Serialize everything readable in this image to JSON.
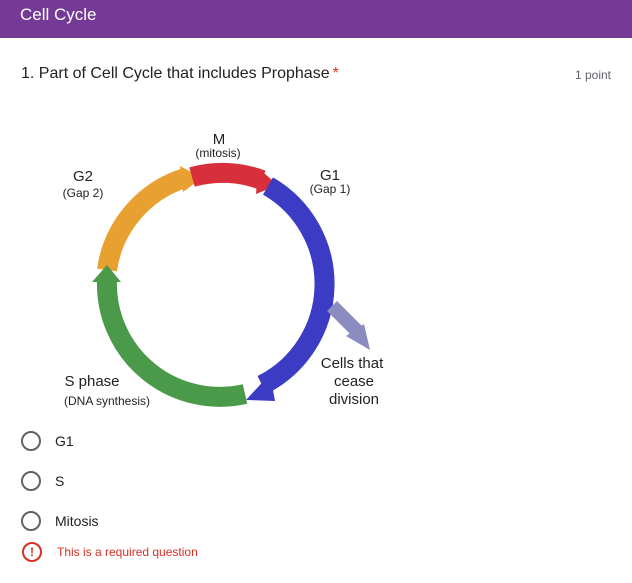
{
  "header": {
    "title": "Cell Cycle"
  },
  "question": {
    "title": "1. Part of Cell Cycle that includes Prophase",
    "required_marker": "*",
    "points": "1 point"
  },
  "diagram": {
    "m_label": "M",
    "m_sub": "(mitosis)",
    "g1_label": "G1",
    "g1_sub": "(Gap 1)",
    "g2_label": "G2",
    "g2_sub": "(Gap 2)",
    "s_label": "S phase",
    "s_sub": "(DNA synthesis)",
    "exit_line1": "Cells that",
    "exit_line2": "cease",
    "exit_line3": "division",
    "colors": {
      "m": "#d8303a",
      "g1": "#3b3bc4",
      "s": "#4a9a4a",
      "g2": "#e8a030",
      "exit": "#8c8cc0"
    }
  },
  "options": [
    {
      "label": "G1"
    },
    {
      "label": "S"
    },
    {
      "label": "Mitosis"
    }
  ],
  "error": {
    "icon": "!",
    "text": "This is a required question"
  }
}
